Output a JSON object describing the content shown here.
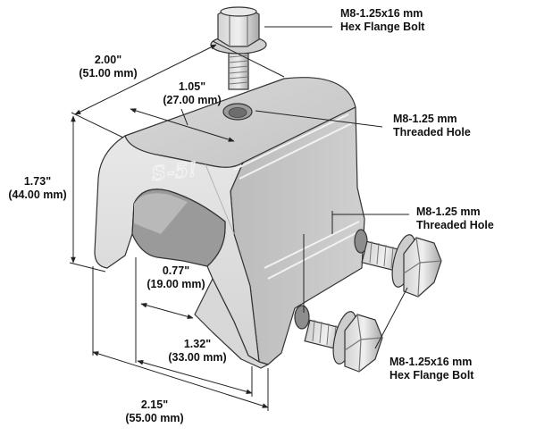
{
  "brand_mark": "S-5!",
  "colors": {
    "metal_light": "#e4e4e4",
    "metal_mid": "#c9c9c9",
    "metal_dark": "#a9a9a9",
    "outline": "#333333",
    "bolt": "#bdbdbd",
    "dimension_line": "#222222"
  },
  "labels": {
    "top_bolt": {
      "line1": "M8-1.25x16 mm",
      "line2": "Hex Flange Bolt"
    },
    "top_hole": {
      "line1": "M8-1.25 mm",
      "line2": "Threaded Hole"
    },
    "side_hole": {
      "line1": "M8-1.25 mm",
      "line2": "Threaded Hole"
    },
    "side_bolt": {
      "line1": "M8-1.25x16 mm",
      "line2": "Hex Flange Bolt"
    }
  },
  "dimensions": {
    "length": {
      "imperial": "2.00\"",
      "metric": "(51.00 mm)"
    },
    "top_hole_offset": {
      "imperial": "1.05\"",
      "metric": "(27.00 mm)"
    },
    "height": {
      "imperial": "1.73\"",
      "metric": "(44.00 mm)"
    },
    "slot_width": {
      "imperial": "0.77\"",
      "metric": "(19.00 mm)"
    },
    "inner_width": {
      "imperial": "1.32\"",
      "metric": "(33.00 mm)"
    },
    "overall_width": {
      "imperial": "2.15\"",
      "metric": "(55.00 mm)"
    }
  }
}
